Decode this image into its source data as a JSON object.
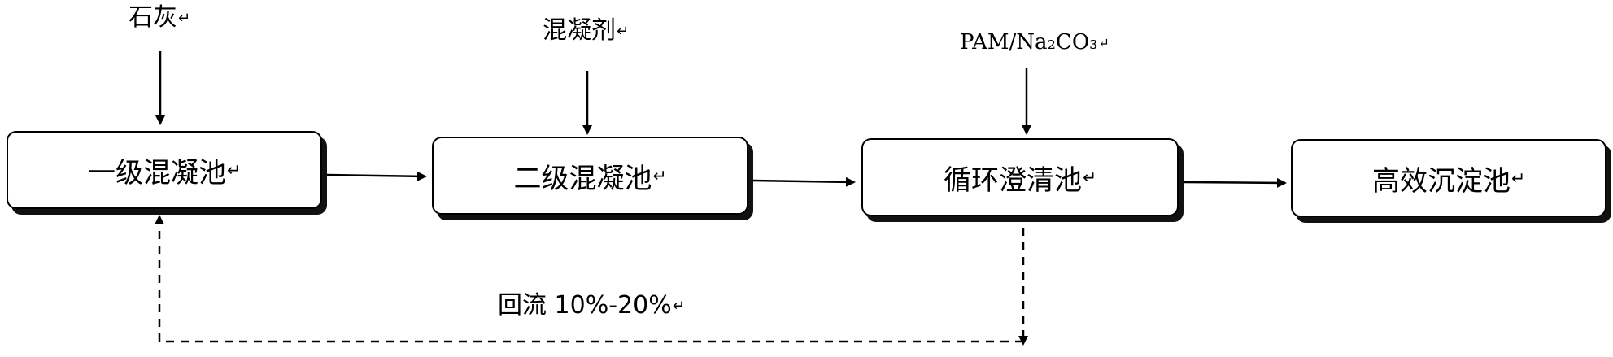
{
  "inputs": {
    "lime": "石灰",
    "coagulant": "混凝剂",
    "pam": "PAM/Na₂CO₃"
  },
  "tanks": {
    "primary": "一级混凝池",
    "secondary": "二级混凝池",
    "circulating": "循环澄清池",
    "sedimentation": "高效沉淀池"
  },
  "recycle_label": "回流 10%-20%",
  "return_mark": "↵"
}
